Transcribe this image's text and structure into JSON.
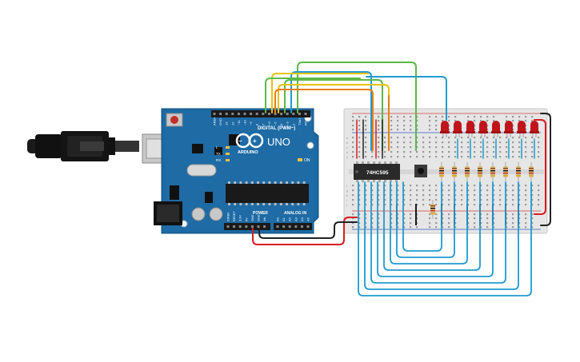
{
  "board": {
    "logo_text": "UNO",
    "brand_text": "ARDUINO",
    "digital_header": "DIGITAL (PWM~)",
    "power_header": "POWER",
    "analog_header": "ANALOG IN",
    "digital_pins": [
      "AREF",
      "GND",
      "13",
      "12",
      "~11",
      "~10",
      "~9",
      "8",
      "7",
      "~6",
      "~5",
      "4",
      "~3",
      "2",
      "TX▸1",
      "RX◂0"
    ],
    "power_pins": [
      "IOREF",
      "RESET",
      "3.3V",
      "5V",
      "GND",
      "GND",
      "Vin"
    ],
    "analog_pins": [
      "A0",
      "A1",
      "A2",
      "A3",
      "A4",
      "A5"
    ],
    "led_labels": [
      "L",
      "TX",
      "RX"
    ],
    "on_label": "ON"
  },
  "chip": {
    "label": "74HC595"
  },
  "breadboard": {
    "row_letters_top": [
      "a",
      "b",
      "c",
      "d",
      "e"
    ],
    "row_letters_bottom": [
      "f",
      "g",
      "h",
      "i",
      "j"
    ]
  },
  "leds": {
    "count": 8,
    "color": "#c0141c"
  },
  "wire_colors": {
    "green": "#5cb84a",
    "yellow": "#e8c20e",
    "orange": "#e87d12",
    "blue": "#1f9bd0",
    "red": "#d81b20",
    "black": "#222222"
  }
}
